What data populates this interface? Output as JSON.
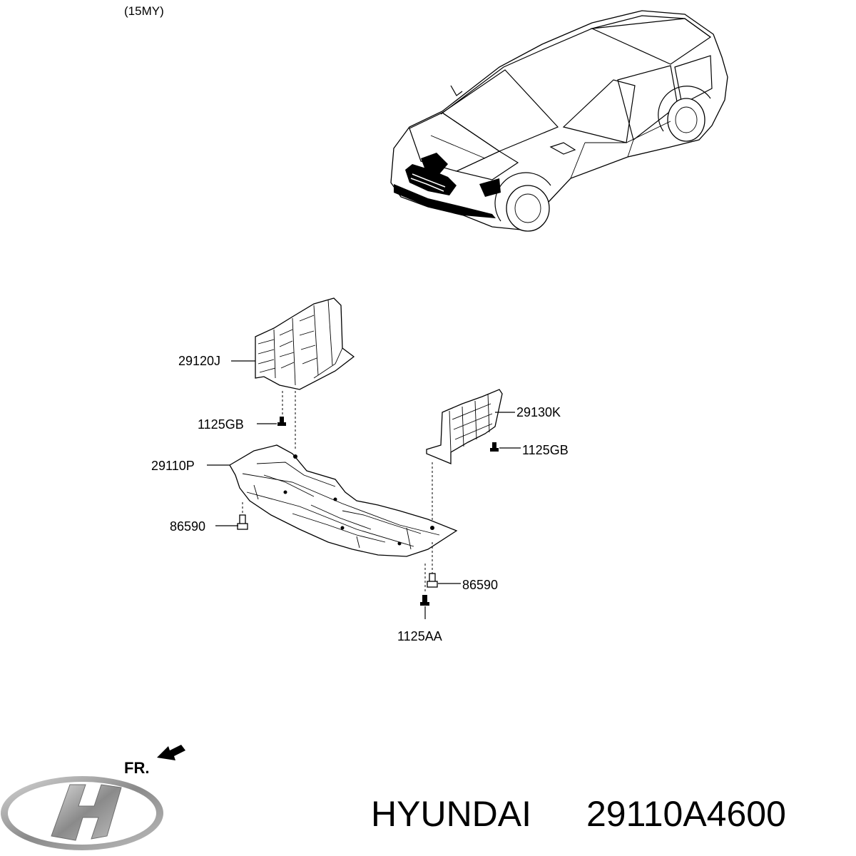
{
  "header": {
    "model_year": "(15MY)"
  },
  "parts": {
    "p29120J": "29120J",
    "p1125GB_left": "1125GB",
    "p29110P": "29110P",
    "p86590_left": "86590",
    "p29130K": "29130K",
    "p1125GB_right": "1125GB",
    "p86590_right": "86590",
    "p1125AA": "1125AA"
  },
  "orientation": {
    "front_label": "FR."
  },
  "footer": {
    "brand": "HYUNDAI",
    "part_number": "29110A4600"
  },
  "icons": {
    "logo": "hyundai-logo-icon",
    "arrow": "front-arrow-icon",
    "car": "sedan-car-icon"
  },
  "colors": {
    "ink": "#000000",
    "background": "#ffffff",
    "logo_gray": "#8a8a8a"
  }
}
